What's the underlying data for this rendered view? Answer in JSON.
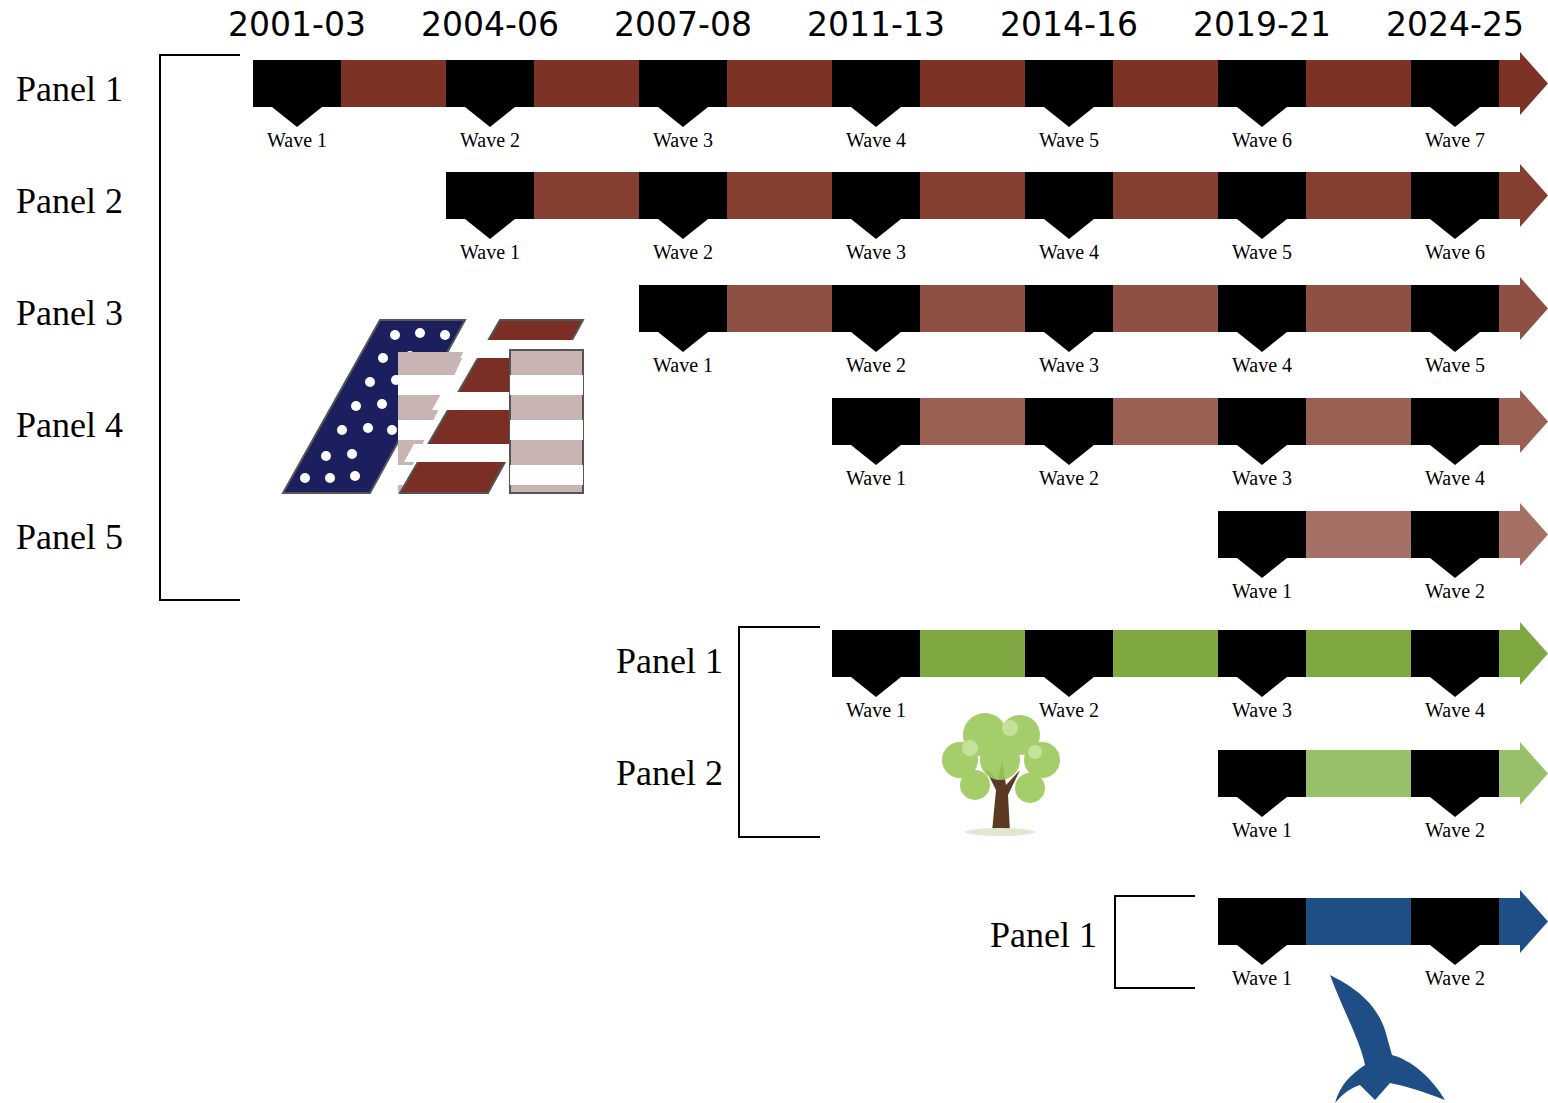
{
  "diagram": {
    "nodes": [
      {
        "text": [
          "Wave 1"
        ]
      },
      {
        "text": [
          "Wave 2"
        ]
      },
      {
        "text": [
          "Wave 3"
        ]
      },
      {
        "text": [
          "Wave 4"
        ]
      },
      {
        "text": [
          "Wave 5"
        ]
      },
      {
        "text": [
          "Wave 6"
        ]
      },
      {
        "text": [
          "Wave 7"
        ]
      },
      {
        "text": [
          "Wave 1"
        ]
      },
      {
        "text": [
          "Wave 2"
        ]
      },
      {
        "text": [
          "Wave 3"
        ]
      },
      {
        "text": [
          "Wave 4"
        ]
      },
      {
        "text": [
          "Wave 5"
        ]
      },
      {
        "text": [
          "Wave 6"
        ]
      },
      {
        "text": [
          "Wave 1"
        ]
      },
      {
        "text": [
          "Wave 2"
        ]
      },
      {
        "text": [
          "Wave 3"
        ]
      },
      {
        "text": [
          "Wave 4"
        ]
      },
      {
        "text": [
          "Wave 5"
        ]
      },
      {
        "text": [
          "Wave 1"
        ]
      },
      {
        "text": [
          "Wave 2"
        ]
      },
      {
        "text": [
          "Wave 3"
        ]
      },
      {
        "text": [
          "Wave 4"
        ]
      },
      {
        "text": [
          "Wave 1"
        ]
      },
      {
        "text": [
          "Wave 2"
        ]
      },
      {
        "text": [
          "Wave 1"
        ]
      },
      {
        "text": [
          "Wave 2"
        ]
      },
      {
        "text": [
          "Wave 3"
        ]
      },
      {
        "text": [
          "Wave 4"
        ]
      },
      {
        "text": [
          "Wave 1"
        ]
      },
      {
        "text": [
          "Wave 2"
        ]
      },
      {
        "text": [
          "Wave 1"
        ]
      },
      {
        "text": [
          "Wave 2"
        ]
      }
    ],
    "edges": [
      {
        "from": 0,
        "to": 1,
        "arrow": "none"
      },
      {
        "from": 1,
        "to": 2,
        "arrow": "none"
      },
      {
        "from": 2,
        "to": 3,
        "arrow": "none"
      },
      {
        "from": 3,
        "to": 4,
        "arrow": "none"
      },
      {
        "from": 4,
        "to": 5,
        "arrow": "none"
      },
      {
        "from": 5,
        "to": 6,
        "arrow": "none"
      },
      {
        "from": 7,
        "to": 8,
        "arrow": "none"
      },
      {
        "from": 8,
        "to": 9,
        "arrow": "none"
      },
      {
        "from": 9,
        "to": 10,
        "arrow": "none"
      },
      {
        "from": 10,
        "to": 11,
        "arrow": "none"
      },
      {
        "from": 11,
        "to": 12,
        "arrow": "none"
      },
      {
        "from": 13,
        "to": 14,
        "arrow": "none"
      },
      {
        "from": 14,
        "to": 15,
        "arrow": "none"
      },
      {
        "from": 15,
        "to": 16,
        "arrow": "none"
      },
      {
        "from": 16,
        "to": 17,
        "arrow": "none"
      },
      {
        "from": 18,
        "to": 19,
        "arrow": "none"
      },
      {
        "from": 19,
        "to": 20,
        "arrow": "none"
      },
      {
        "from": 20,
        "to": 21,
        "arrow": "none"
      },
      {
        "from": 22,
        "to": 23,
        "arrow": "none"
      },
      {
        "from": 24,
        "to": 25,
        "arrow": "none"
      },
      {
        "from": 25,
        "to": 26,
        "arrow": "none"
      },
      {
        "from": 26,
        "to": 27,
        "arrow": "none"
      },
      {
        "from": 28,
        "to": 29,
        "arrow": "none"
      },
      {
        "from": 30,
        "to": 31,
        "arrow": "none"
      }
    ],
    "labels": [
      "2001-03",
      "2004-06",
      "2007-08",
      "2011-13",
      "2014-16",
      "2019-21",
      "2024-25",
      "Panel 1",
      "Panel 2",
      "Panel 3",
      "Panel 4",
      "Panel 5",
      "Panel 1",
      "Panel 2",
      "Panel 1"
    ]
  }
}
